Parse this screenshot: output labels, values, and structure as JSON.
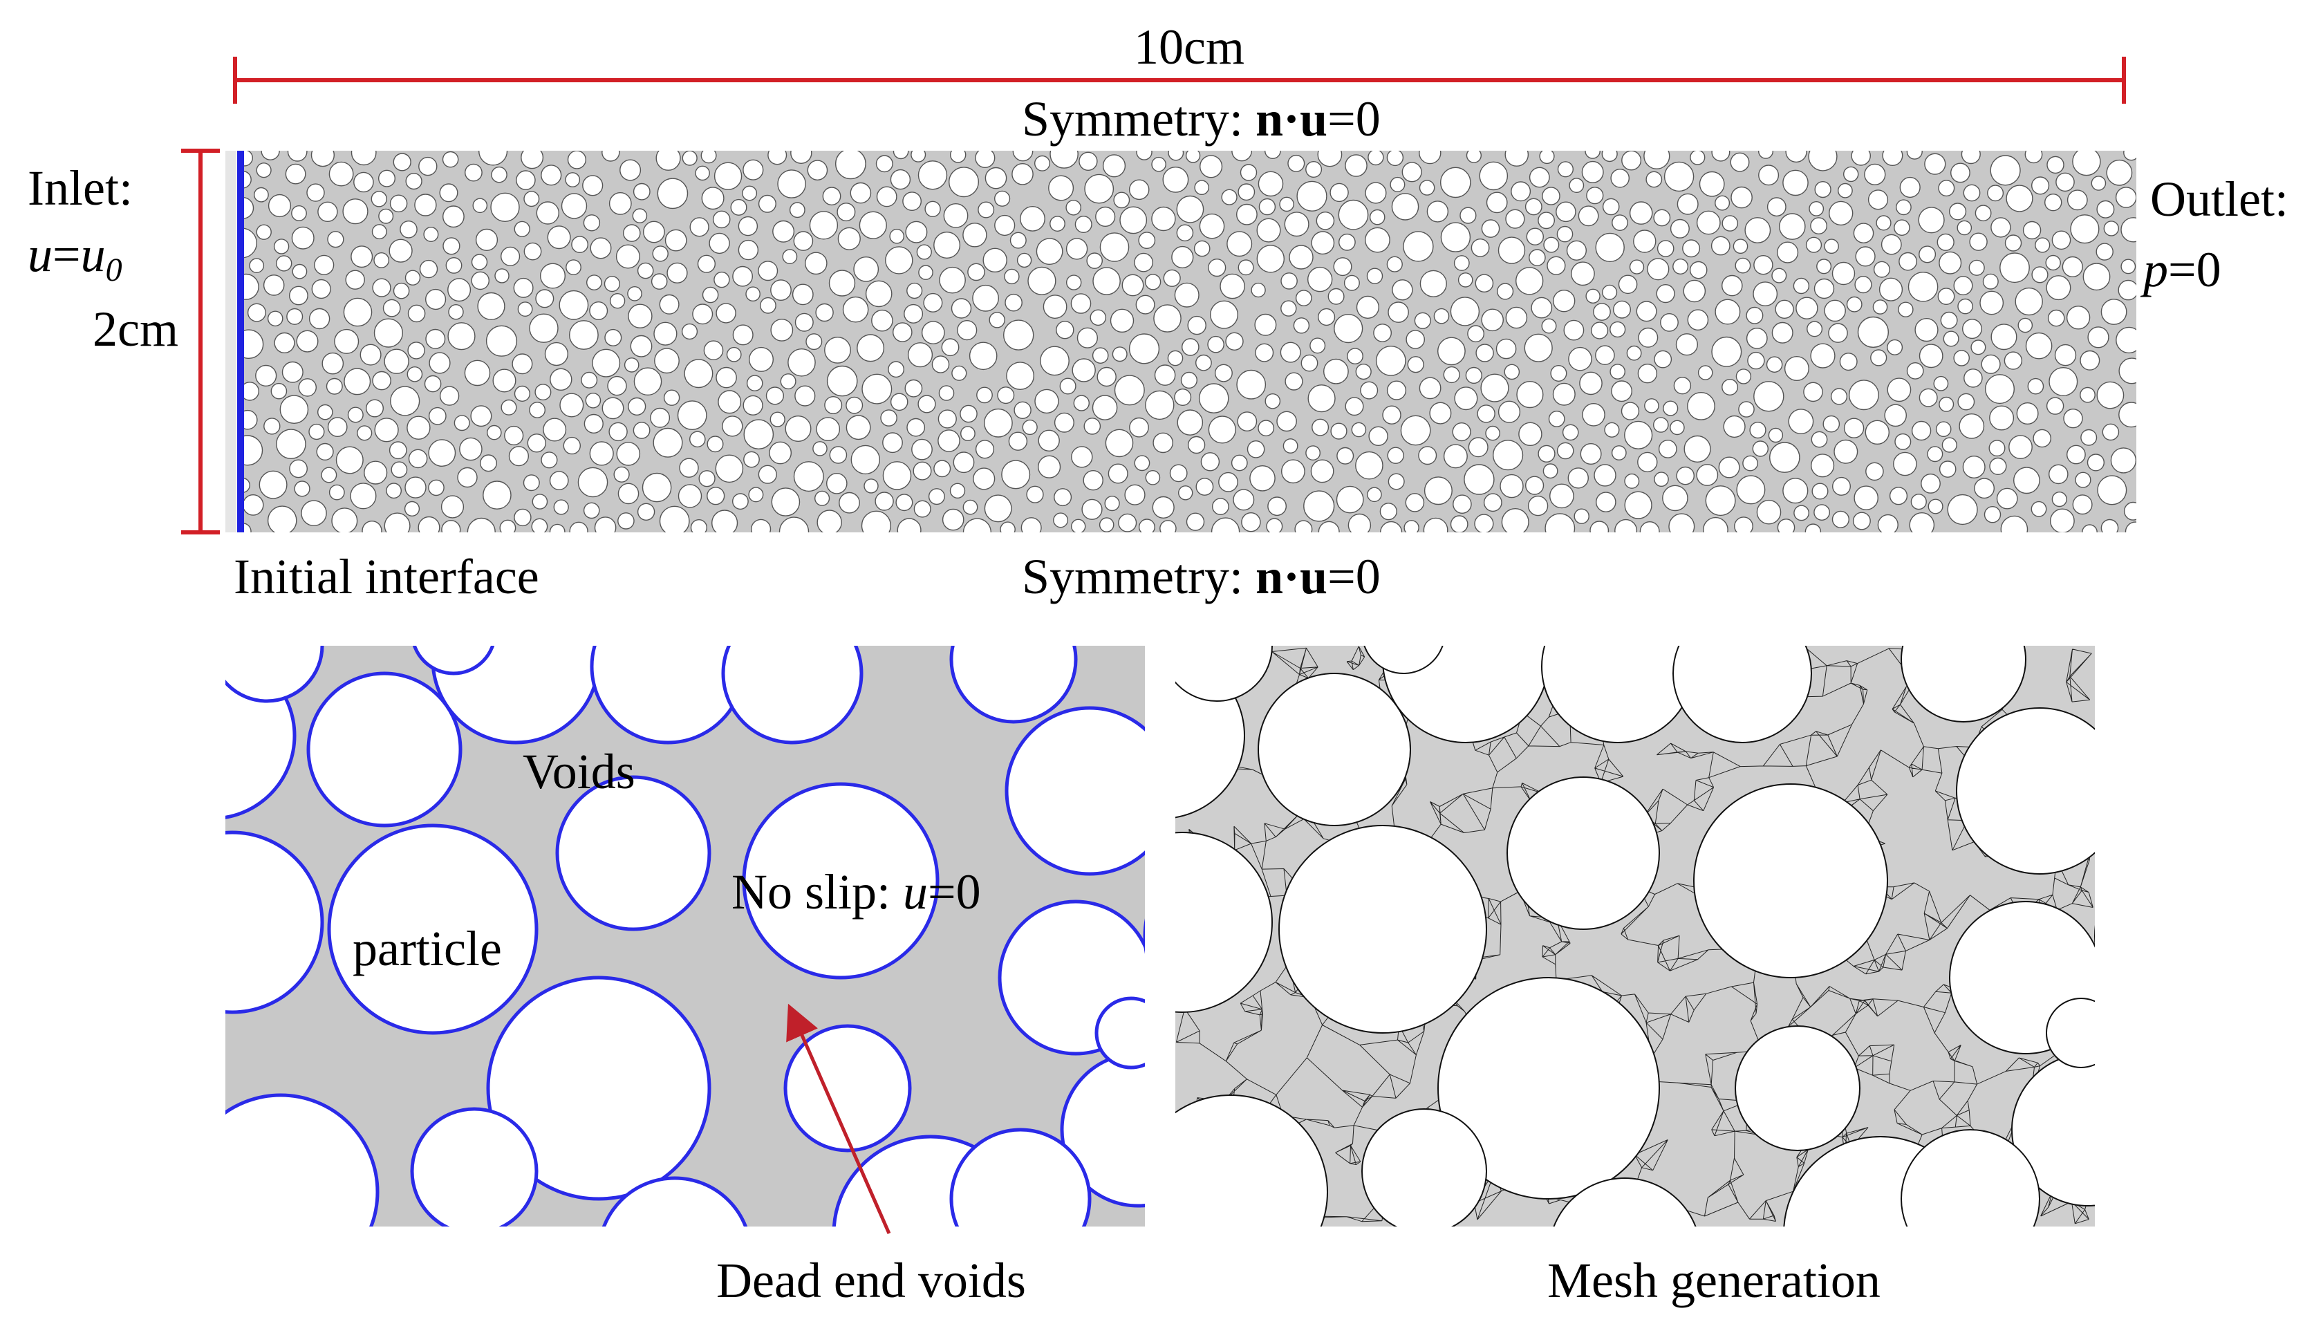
{
  "top_panel": {
    "length_label": "10cm",
    "height_label": "2cm",
    "symmetry_top": {
      "prefix": "Symmetry: ",
      "bold": "n·u",
      "suffix": "=0"
    },
    "symmetry_bottom": {
      "prefix": "Symmetry: ",
      "bold": "n·u",
      "suffix": "=0"
    },
    "inlet": {
      "title": "Inlet:",
      "u": "u",
      "eq": "=",
      "u0_base": "u",
      "u0_sub": "0"
    },
    "outlet": {
      "title": "Outlet:",
      "p": "p",
      "eq": "=0"
    },
    "initial_interface_label": "Initial interface"
  },
  "bottom_left_panel": {
    "voids_label": "Voids",
    "particle_label": "particle",
    "no_slip": {
      "prefix": "No slip: ",
      "u": "u",
      "suffix": "=0"
    },
    "dead_end_label": "Dead end voids"
  },
  "bottom_right_panel": {
    "caption": "Mesh generation"
  },
  "colors": {
    "dimension_line": "#d21f26",
    "inlet_line": "#1f22e0",
    "particle_outline_zoom": "#2a2ae8",
    "void_fill": "#c8c8c8",
    "particle_fill": "#ffffff",
    "mesh_line": "#222222",
    "arrow": "#c0202a"
  }
}
